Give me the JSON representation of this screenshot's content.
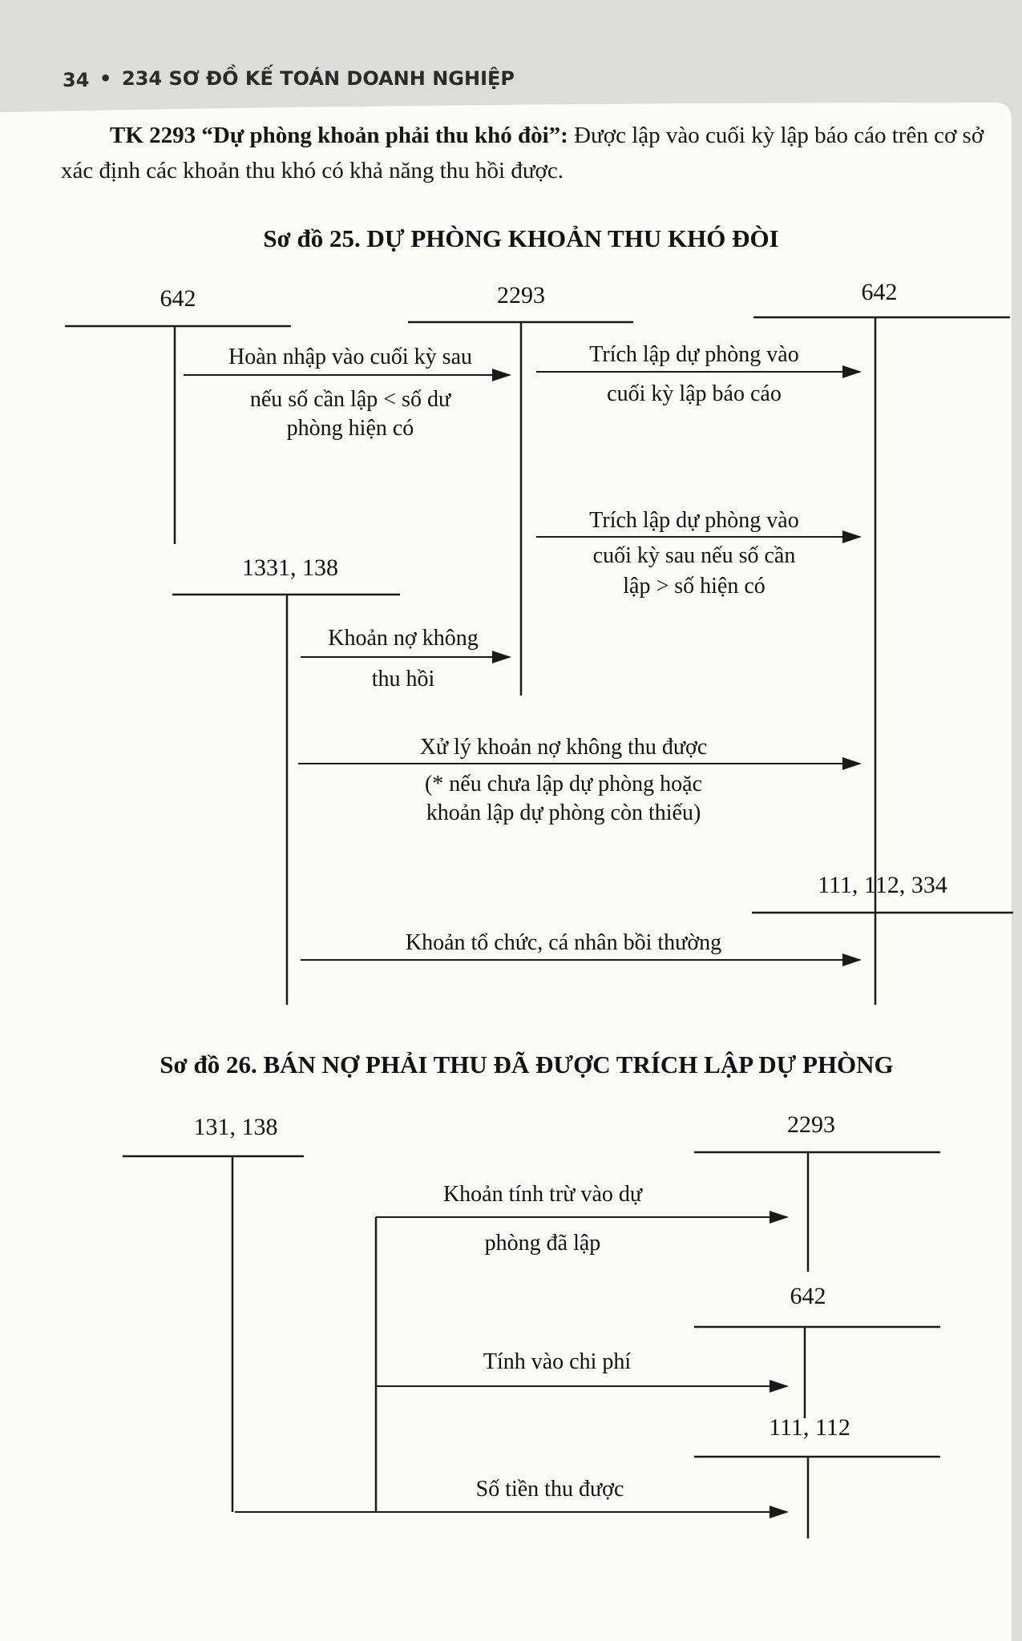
{
  "header": {
    "page_number": "34",
    "bullet": "•",
    "book_title": "234 SƠ ĐỒ KẾ TOÁN DOANH NGHIỆP"
  },
  "intro": {
    "term": "TK 2293 “Dự phòng khoản phải thu khó đòi”:",
    "line1_rest": " Được lập vào cuối kỳ lập báo cáo trên cơ sở",
    "line2": "xác định các khoản thu khó có khả năng thu hồi được."
  },
  "diagram25": {
    "title": "Sơ đồ 25. DỰ PHÒNG KHOẢN THU KHÓ ĐÒI",
    "accounts": {
      "left": "642",
      "middle": "2293",
      "right": "642",
      "receivable": "1331, 138",
      "cash": "111, 112, 334"
    },
    "flows": [
      {
        "lines": [
          "Hoàn nhập vào cuối kỳ sau",
          "nếu số cần lập < số dư",
          "phòng hiện có"
        ]
      },
      {
        "lines": [
          "Trích lập dự phòng vào",
          "cuối kỳ lập báo cáo"
        ]
      },
      {
        "lines": [
          "Trích lập dự phòng vào",
          "cuối kỳ sau nếu số cần",
          "lập > số hiện có"
        ]
      },
      {
        "lines": [
          "Khoản nợ không",
          "thu hồi"
        ]
      },
      {
        "lines": [
          "Xử lý khoản nợ không thu được",
          "(* nếu chưa lập dự phòng hoặc",
          "khoản lập dự phòng còn thiếu)"
        ]
      },
      {
        "lines": [
          "Khoản tổ chức, cá nhân bồi thường"
        ]
      }
    ]
  },
  "diagram26": {
    "title": "Sơ đồ 26. BÁN NỢ PHẢI THU ĐÃ ĐƯỢC TRÍCH LẬP DỰ PHÒNG",
    "accounts": {
      "receivable": "131, 138",
      "provision": "2293",
      "expense": "642",
      "cash": "111, 112"
    },
    "flows": [
      {
        "lines": [
          "Khoản tính trừ vào dự",
          "phòng đã lập"
        ]
      },
      {
        "lines": [
          "Tính vào chi phí"
        ]
      },
      {
        "lines": [
          "Số tiền thu được"
        ]
      }
    ]
  }
}
